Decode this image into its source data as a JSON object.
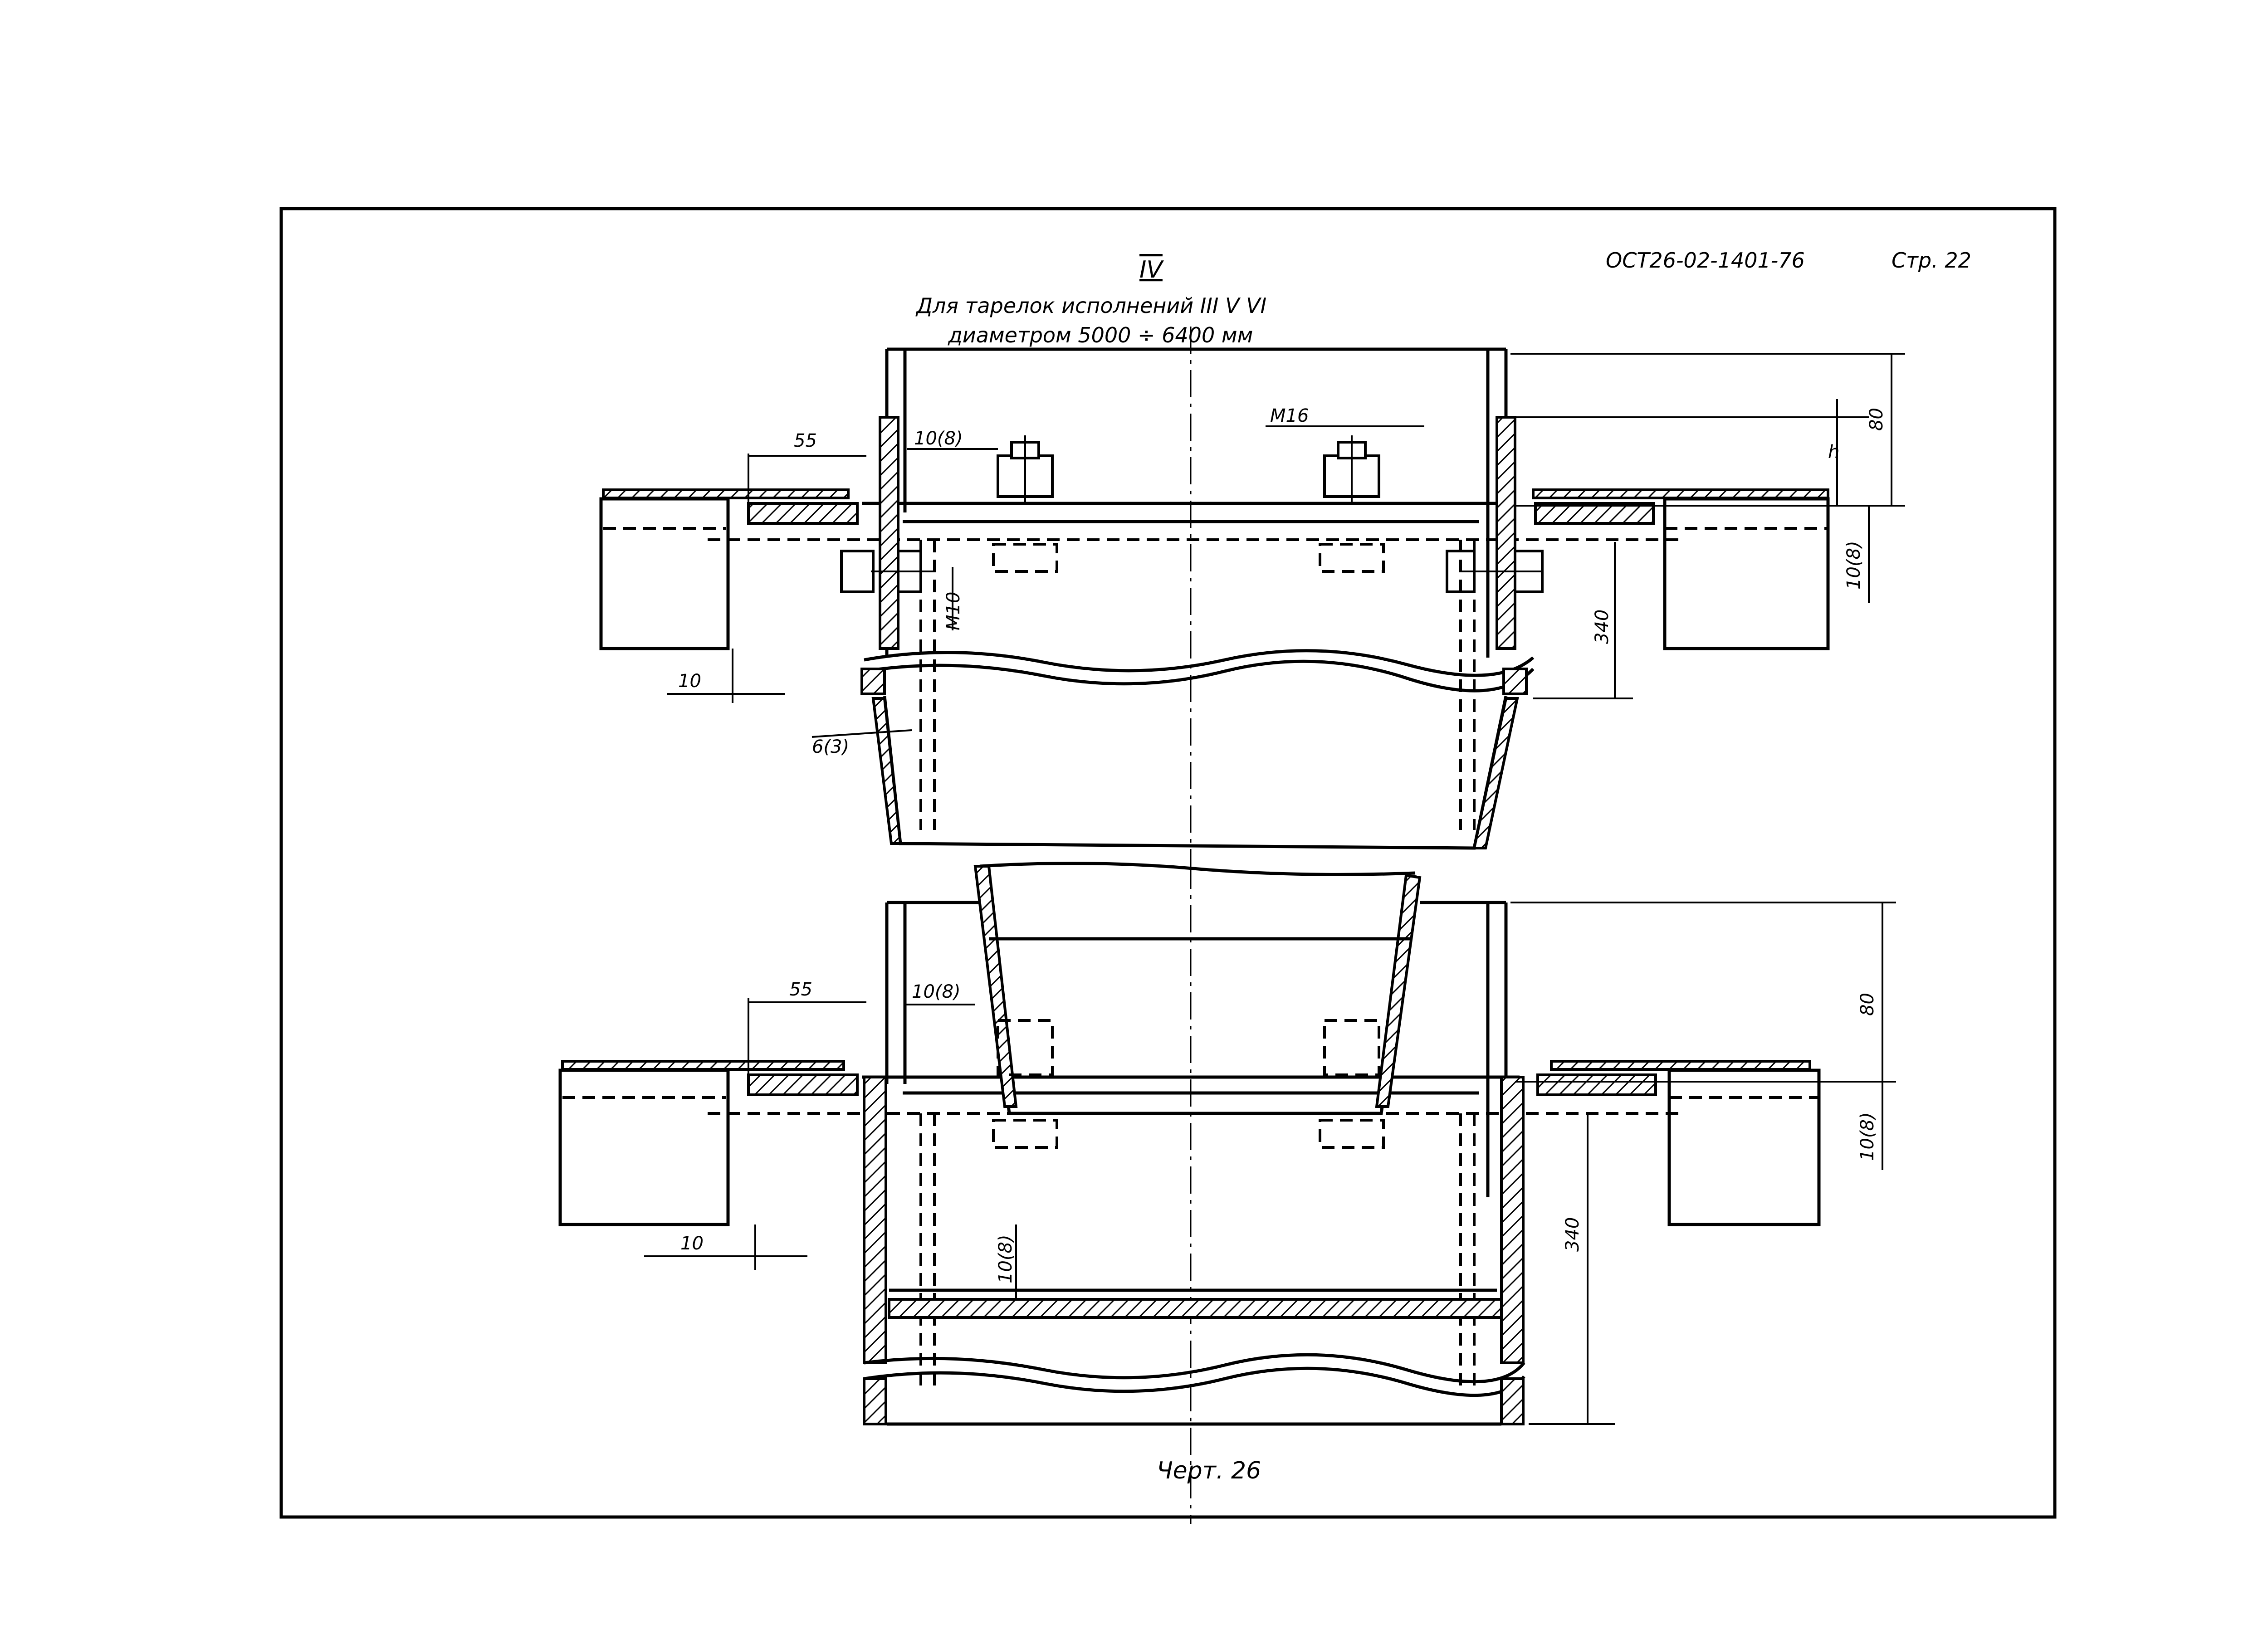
{
  "header": {
    "view_numeral": "IV",
    "line1": "Для тарелок исполнений III V VI",
    "line2": "диаметром 5000 ÷ 6400 мм",
    "standard": "ОСТ26-02-1401-76",
    "page": "Стр. 22"
  },
  "top_view": {
    "dim_55": "55",
    "dim_10_8": "10(8)",
    "dim_m16": "M16",
    "dim_h": "h",
    "dim_80": "80",
    "dim_10_8_right": "10(8)",
    "dim_m10": "M10",
    "dim_340": "340",
    "dim_10": "10",
    "dim_6_3": "6(3)"
  },
  "bottom_view": {
    "dim_55": "55",
    "dim_10_8": "10(8)",
    "dim_80": "80",
    "dim_10_8_right": "10(8)",
    "dim_10_8_inner": "10(8)",
    "dim_340": "340",
    "dim_10": "10"
  },
  "caption": "Черт. 26"
}
